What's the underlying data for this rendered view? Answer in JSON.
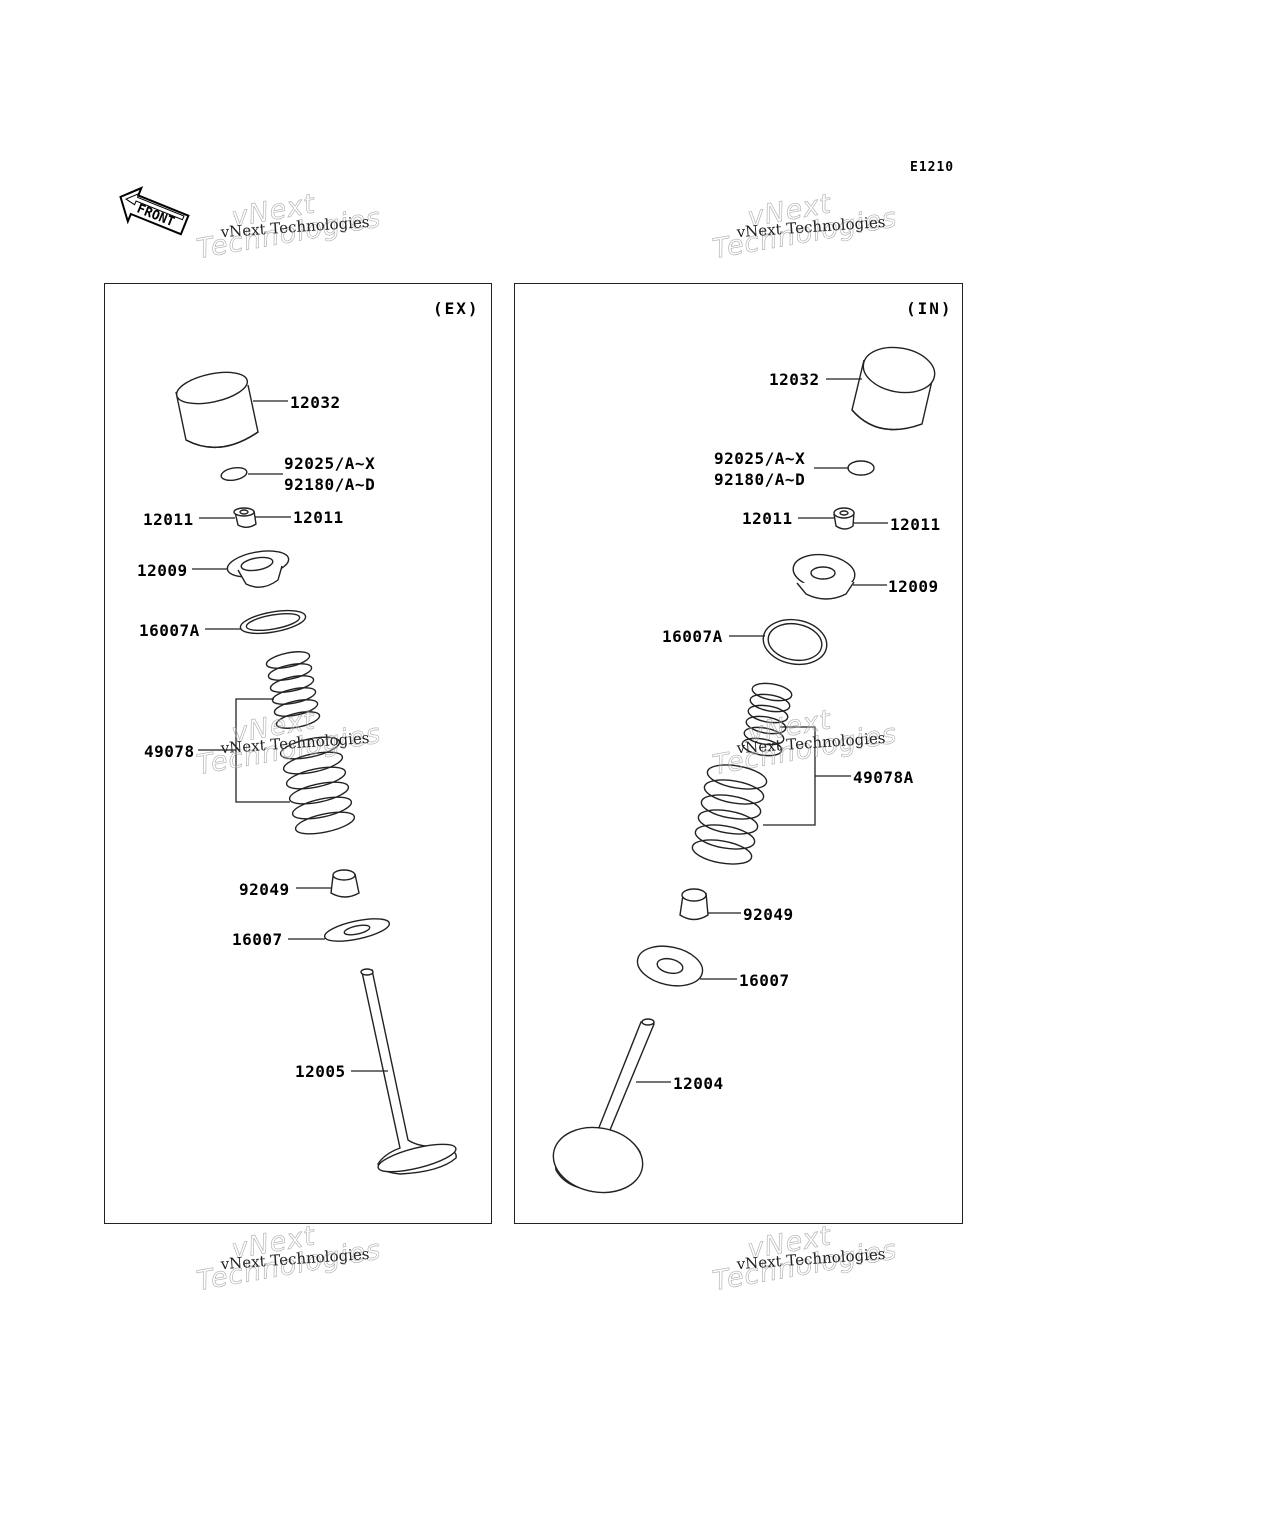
{
  "diagram_code": "E1210",
  "front_label": "FRONT",
  "watermark": {
    "line1": "vNext",
    "line2": "Technologies",
    "small": "vNext Technologies"
  },
  "panels": {
    "ex": {
      "tag": "(EX)",
      "parts": {
        "lifter": "12032",
        "shim_a": "92025/A~X",
        "shim_b": "92180/A~D",
        "cotter_left": "12011",
        "cotter_right": "12011",
        "retainer": "12009",
        "spring_seat_a": "16007A",
        "spring": "49078",
        "seal": "92049",
        "spring_seat": "16007",
        "valve": "12005"
      }
    },
    "in": {
      "tag": "(IN)",
      "parts": {
        "lifter": "12032",
        "shim_a": "92025/A~X",
        "shim_b": "92180/A~D",
        "cotter_left": "12011",
        "cotter_right": "12011",
        "retainer": "12009",
        "spring_seat_a": "16007A",
        "spring": "49078A",
        "seal": "92049",
        "spring_seat": "16007",
        "valve": "12004"
      }
    }
  }
}
